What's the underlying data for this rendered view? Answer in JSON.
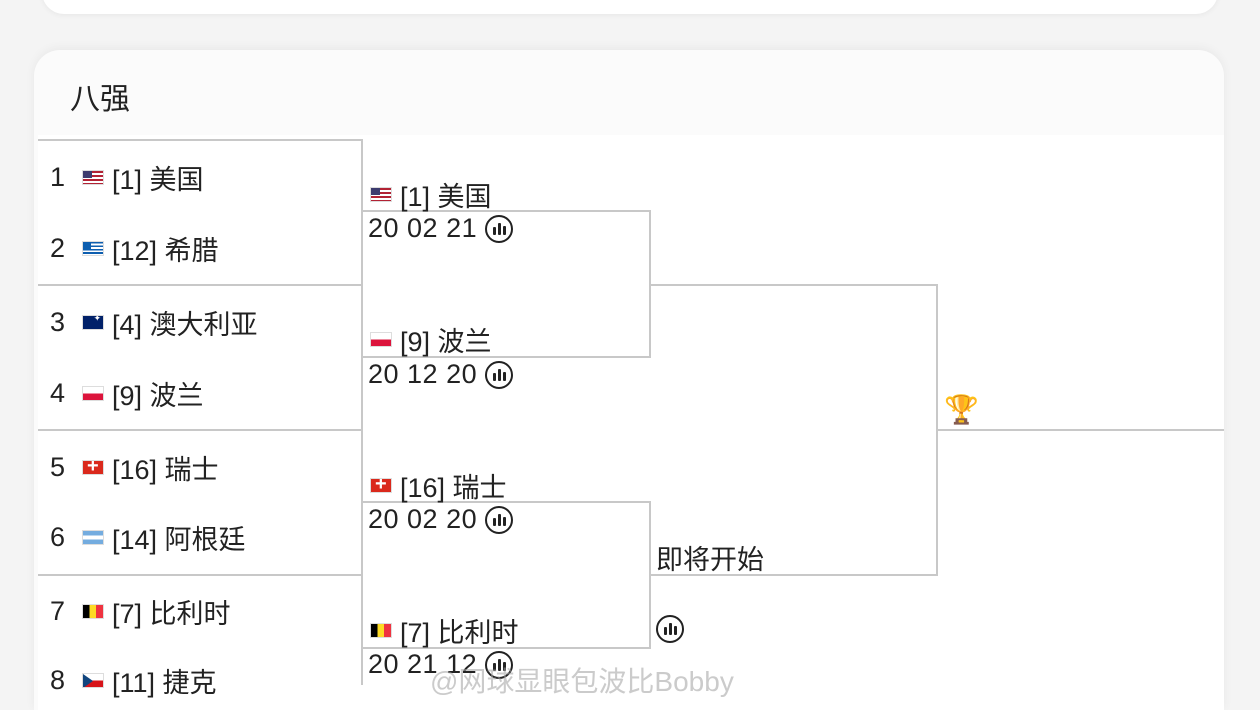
{
  "section_title": "八强",
  "first_round": [
    {
      "seed": "1",
      "flag": "us-flag",
      "team": "[1] 美国"
    },
    {
      "seed": "2",
      "flag": "greece-flag",
      "team": "[12] 希腊"
    },
    {
      "seed": "3",
      "flag": "australia-flag",
      "team": "[4] 澳大利亚"
    },
    {
      "seed": "4",
      "flag": "poland-flag",
      "team": "[9] 波兰"
    },
    {
      "seed": "5",
      "flag": "switzerland-flag",
      "team": "[16] 瑞士"
    },
    {
      "seed": "6",
      "flag": "argentina-flag",
      "team": "[14] 阿根廷"
    },
    {
      "seed": "7",
      "flag": "belgium-flag",
      "team": "[7] 比利时"
    },
    {
      "seed": "8",
      "flag": "czech-flag",
      "team": "[11] 捷克"
    }
  ],
  "semifinals": [
    {
      "team": "[1] 美国",
      "score": "20 02 21"
    },
    {
      "team": "[9] 波兰",
      "score": "20 12 20"
    },
    {
      "team": "[16] 瑞士",
      "score": "20 02 20"
    },
    {
      "team": "[7] 比利时",
      "score": "20 21 12"
    }
  ],
  "final": {
    "status": "即将开始",
    "icon": "stats-icon"
  },
  "champion_icon": "trophy-icon",
  "watermark": "@网球显眼包波比Bobby"
}
